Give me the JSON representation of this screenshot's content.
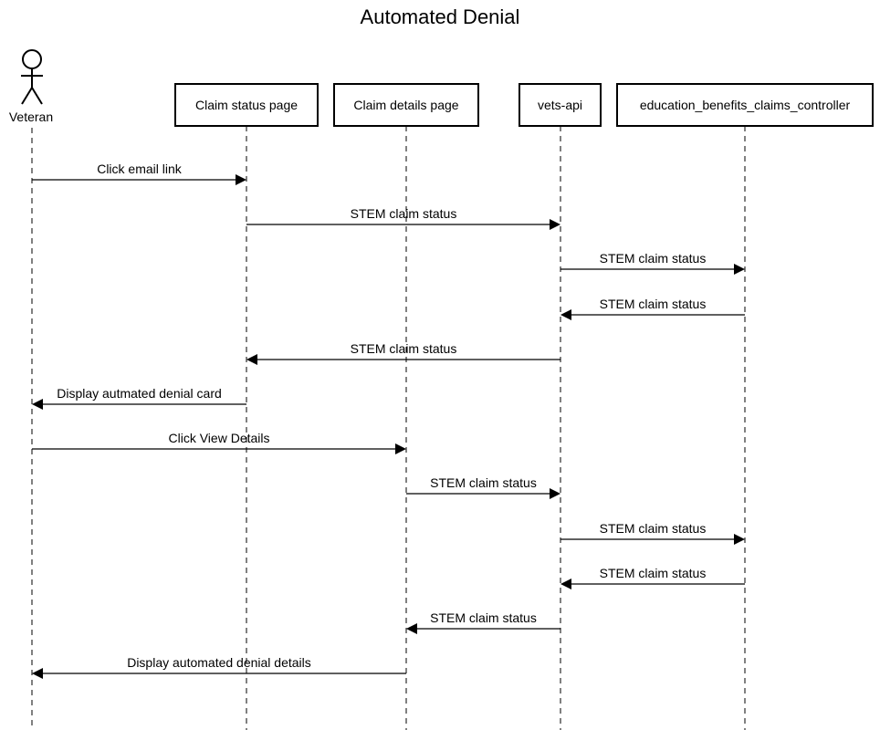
{
  "title": "Automated Denial",
  "participants": [
    {
      "id": "veteran",
      "label": "Veteran",
      "kind": "actor"
    },
    {
      "id": "claim_status_page",
      "label": "Claim status page",
      "kind": "box"
    },
    {
      "id": "claim_details_page",
      "label": "Claim details page",
      "kind": "box"
    },
    {
      "id": "vets_api",
      "label": "vets-api",
      "kind": "box"
    },
    {
      "id": "controller",
      "label": "education_benefits_claims_controller",
      "kind": "box"
    }
  ],
  "messages": [
    {
      "from": "veteran",
      "to": "claim_status_page",
      "label": "Click email link"
    },
    {
      "from": "claim_status_page",
      "to": "vets_api",
      "label": "STEM claim status"
    },
    {
      "from": "vets_api",
      "to": "controller",
      "label": "STEM claim status"
    },
    {
      "from": "controller",
      "to": "vets_api",
      "label": "STEM claim status"
    },
    {
      "from": "vets_api",
      "to": "claim_status_page",
      "label": "STEM claim status"
    },
    {
      "from": "claim_status_page",
      "to": "veteran",
      "label": "Display autmated denial card"
    },
    {
      "from": "veteran",
      "to": "claim_details_page",
      "label": "Click View Details"
    },
    {
      "from": "claim_details_page",
      "to": "vets_api",
      "label": "STEM claim status"
    },
    {
      "from": "vets_api",
      "to": "controller",
      "label": "STEM claim status"
    },
    {
      "from": "controller",
      "to": "vets_api",
      "label": "STEM claim status"
    },
    {
      "from": "vets_api",
      "to": "claim_details_page",
      "label": "STEM claim status"
    },
    {
      "from": "claim_details_page",
      "to": "veteran",
      "label": "Display automated denial details"
    }
  ]
}
